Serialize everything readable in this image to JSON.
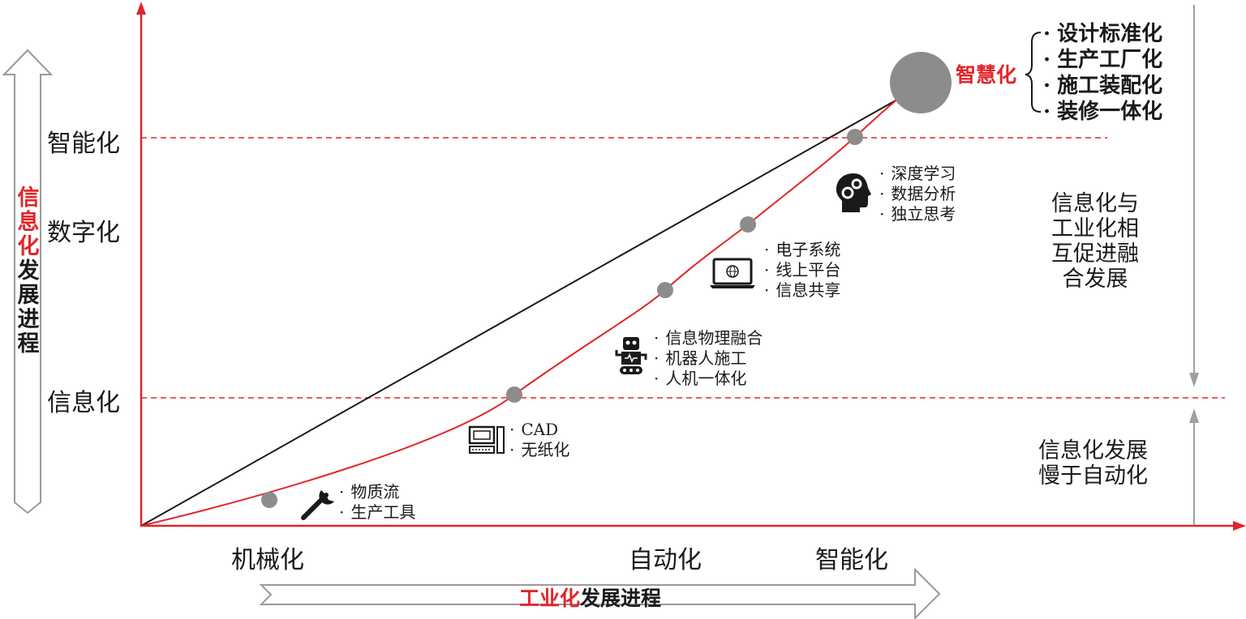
{
  "y_axis": {
    "title_red": "信息化",
    "title_black": "发展进程",
    "levels": [
      "智能化",
      "数字化",
      "信息化"
    ]
  },
  "x_axis": {
    "title_red": "工业化",
    "title_black": "发展进程",
    "levels": [
      "机械化",
      "自动化",
      "智能化"
    ]
  },
  "stages": [
    {
      "icon": "wrench-icon",
      "items": [
        "物质流",
        "生产工具"
      ]
    },
    {
      "icon": "computer-icon",
      "items": [
        "CAD",
        "无纸化"
      ]
    },
    {
      "icon": "robot-icon",
      "items": [
        "信息物理融合",
        "机器人施工",
        "人机一体化"
      ]
    },
    {
      "icon": "laptop-icon",
      "items": [
        "电子系统",
        "线上平台",
        "信息共享"
      ]
    },
    {
      "icon": "ai-head-icon",
      "items": [
        "深度学习",
        "数据分析",
        "独立思考"
      ]
    }
  ],
  "goal": {
    "label": "智慧化",
    "items": [
      "设计标准化",
      "生产工厂化",
      "施工装配化",
      "装修一体化"
    ]
  },
  "side_notes": {
    "upper": [
      "信息化与",
      "工业化相",
      "互促进融",
      "合发展"
    ],
    "lower": [
      "信息化发展",
      "慢于自动化"
    ]
  },
  "colors": {
    "red": "#e0262a",
    "black": "#1a1a1a",
    "gray": "#8c8c8d",
    "light_gray": "#a0a0a0"
  }
}
